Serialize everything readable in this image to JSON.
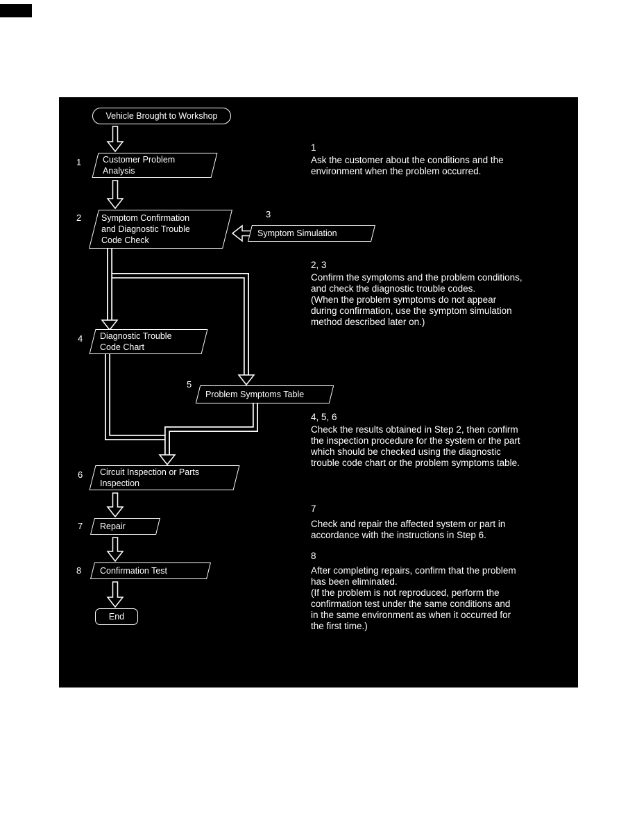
{
  "colors": {
    "page_bg": "#ffffff",
    "panel_bg": "#000000",
    "line": "#ffffff",
    "text": "#ffffff"
  },
  "flow": {
    "start_label": "Vehicle Brought to Workshop",
    "end_label": "End",
    "steps": {
      "s1": {
        "num": "1",
        "label": "Customer Problem\nAnalysis"
      },
      "s2": {
        "num": "2",
        "label": "Symptom Confirmation\nand Diagnostic Trouble\nCode Check"
      },
      "s3": {
        "num": "3",
        "label": "Symptom Simulation"
      },
      "s4": {
        "num": "4",
        "label": "Diagnostic Trouble\nCode Chart"
      },
      "s5": {
        "num": "5",
        "label": "Problem Symptoms Table"
      },
      "s6": {
        "num": "6",
        "label": "Circuit Inspection or Parts\nInspection"
      },
      "s7": {
        "num": "7",
        "label": "Repair"
      },
      "s8": {
        "num": "8",
        "label": "Confirmation Test"
      }
    }
  },
  "notes": {
    "n1": {
      "num": "1",
      "text": "Ask the customer about the conditions and the\nenvironment when the problem occurred."
    },
    "n23": {
      "num": "2, 3",
      "text": "Confirm the symptoms and the problem conditions,\nand check the diagnostic trouble codes.\n(When the problem symptoms do not appear\nduring confirmation, use the symptom simulation\nmethod described later on.)"
    },
    "n456": {
      "num": "4, 5, 6",
      "text": "Check the results obtained in Step 2, then confirm\nthe inspection procedure for the system or the part\nwhich should be checked using the diagnostic\ntrouble code chart or the problem symptoms table."
    },
    "n7": {
      "num": "7",
      "text": "Check and repair the affected system or part in\naccordance with the instructions in Step 6."
    },
    "n8": {
      "num": "8",
      "text": "After completing repairs, confirm that the problem\nhas been eliminated.\n(If the problem is not reproduced, perform the\nconfirmation test under the same conditions and\nin the same environment as when it occurred for\nthe first time.)"
    }
  }
}
